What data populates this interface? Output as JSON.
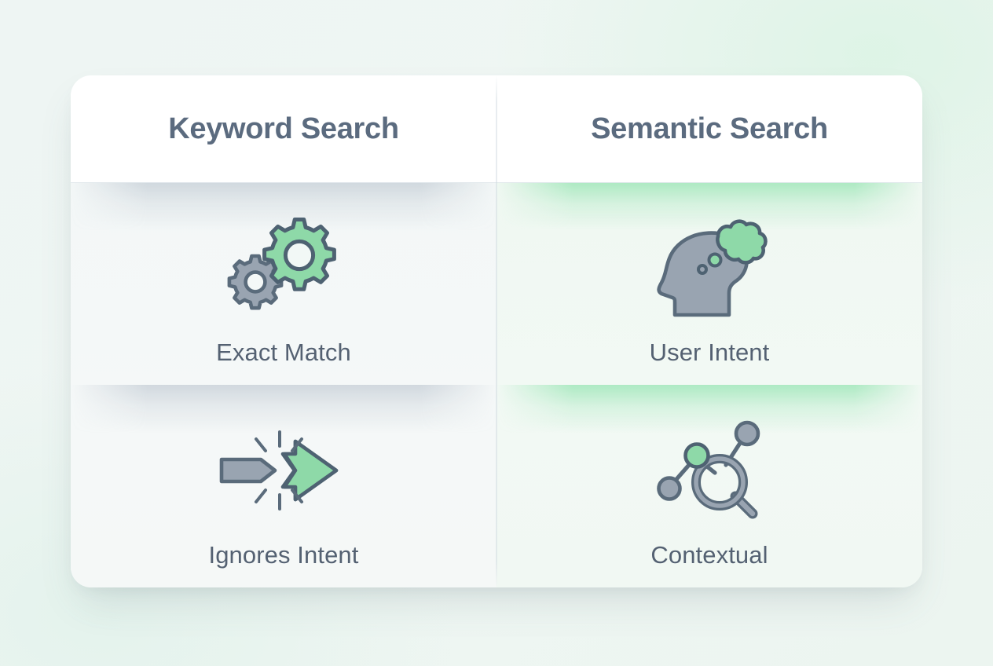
{
  "background": {
    "page_color": "#eef5f2",
    "card_color": "#f4f8f7"
  },
  "colors": {
    "accent_green_fill": "#8ed9a8",
    "accent_green_light": "#a8e5bc",
    "neutral_gray_fill": "#99a4b1",
    "stroke": "#5a6b7b",
    "title_text": "#5b6b7f",
    "label_text": "#546172"
  },
  "comparison": {
    "columns": [
      {
        "id": "keyword-search",
        "title": "Keyword Search",
        "theme": "neutral",
        "cells": [
          {
            "icon": "gears-icon",
            "label": "Exact Match"
          },
          {
            "icon": "arrows-collision-icon",
            "label": "Ignores Intent"
          }
        ]
      },
      {
        "id": "semantic-search",
        "title": "Semantic Search",
        "theme": "green",
        "cells": [
          {
            "icon": "head-thought-cloud-icon",
            "label": "User Intent"
          },
          {
            "icon": "network-magnifier-icon",
            "label": "Contextual"
          }
        ]
      }
    ]
  }
}
